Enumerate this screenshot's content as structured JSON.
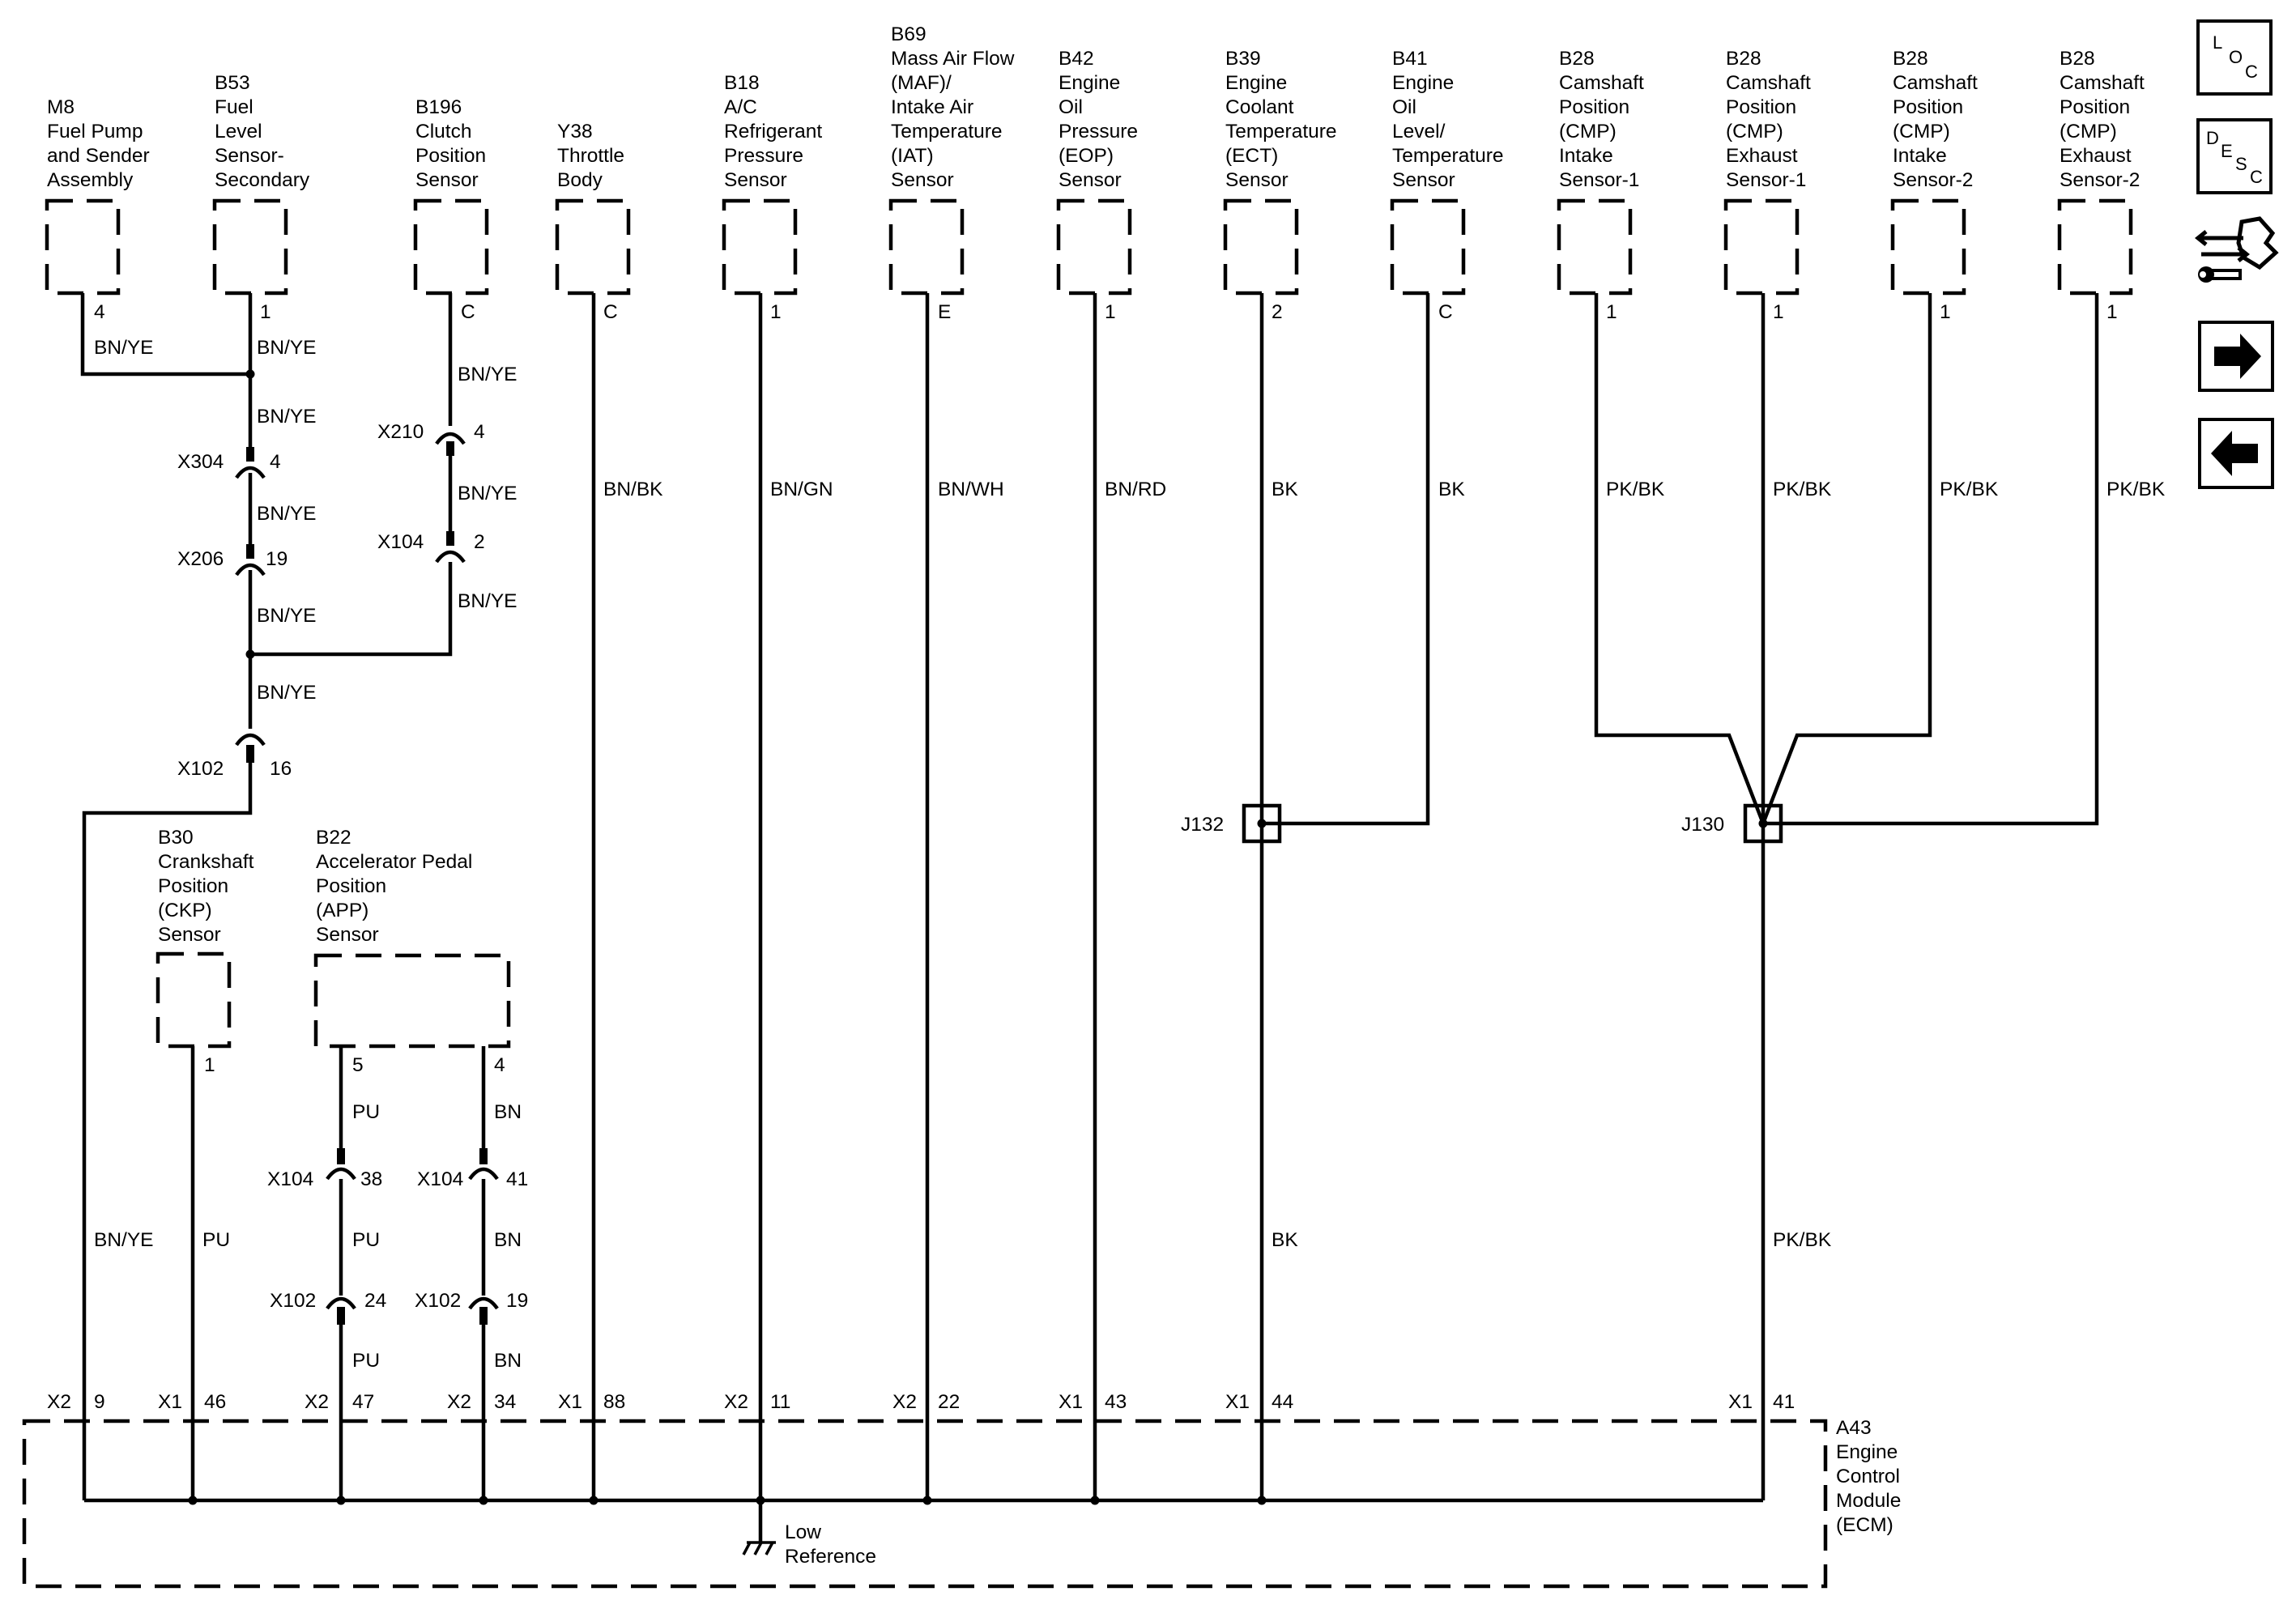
{
  "components": {
    "m8": [
      "M8",
      "Fuel Pump",
      "and Sender",
      "Assembly"
    ],
    "b53": [
      "B53",
      "Fuel",
      "Level",
      "Sensor-",
      "Secondary"
    ],
    "b196": [
      "B196",
      "Clutch",
      "Position",
      "Sensor"
    ],
    "y38": [
      "Y38",
      "Throttle",
      "Body"
    ],
    "b18": [
      "B18",
      "A/C",
      "Refrigerant",
      "Pressure",
      "Sensor"
    ],
    "b69": [
      "B69",
      "Mass Air Flow",
      "(MAF)/",
      "Intake Air",
      "Temperature",
      "(IAT)",
      "Sensor"
    ],
    "b42": [
      "B42",
      "Engine",
      "Oil",
      "Pressure",
      "(EOP)",
      "Sensor"
    ],
    "b39": [
      "B39",
      "Engine",
      "Coolant",
      "Temperature",
      "(ECT)",
      "Sensor"
    ],
    "b41": [
      "B41",
      "Engine",
      "Oil",
      "Level/",
      "Temperature",
      "Sensor"
    ],
    "b28_intake_1": [
      "B28",
      "Camshaft",
      "Position",
      "(CMP)",
      "Intake",
      "Sensor-1"
    ],
    "b28_exhaust_1": [
      "B28",
      "Camshaft",
      "Position",
      "(CMP)",
      "Exhaust",
      "Sensor-1"
    ],
    "b28_intake_2": [
      "B28",
      "Camshaft",
      "Position",
      "(CMP)",
      "Intake",
      "Sensor-2"
    ],
    "b28_exhaust_2": [
      "B28",
      "Camshaft",
      "Position",
      "(CMP)",
      "Exhaust",
      "Sensor-2"
    ],
    "b30": [
      "B30",
      "Crankshaft",
      "Position",
      "(CKP)",
      "Sensor"
    ],
    "b22": [
      "B22",
      "Accelerator Pedal",
      "Position",
      "(APP)",
      "Sensor"
    ],
    "a43": [
      "A43",
      "Engine",
      "Control",
      "Module",
      "(ECM)"
    ]
  },
  "pins": {
    "m8": "4",
    "b53": "1",
    "b196": "C",
    "y38": "C",
    "b18": "1",
    "b69": "E",
    "b42": "1",
    "b39": "2",
    "b41": "C",
    "b28_intake_1": "1",
    "b28_exhaust_1": "1",
    "b28_intake_2": "1",
    "b28_exhaust_2": "1",
    "b30": "1",
    "b22_pu": "5",
    "b22_bn": "4"
  },
  "wire_colors": {
    "m8": "BN/YE",
    "b53_top": "BN/YE",
    "b53_x304_above": "BN/YE",
    "b53_x304_below": "BN/YE",
    "b53_x206_below": "BN/YE",
    "b53_junction_below": "BN/YE",
    "b196_top": "BN/YE",
    "b196_mid": "BN/YE",
    "b196_bottom": "BN/YE",
    "y38": "BN/BK",
    "b18": "BN/GN",
    "b69": "BN/WH",
    "b42": "BN/RD",
    "b39": "BK",
    "b41": "BK",
    "b28_intake_1": "PK/BK",
    "b28_exhaust_1": "PK/BK",
    "b28_intake_2": "PK/BK",
    "b28_exhaust_2": "PK/BK",
    "ecm_bnye": "BN/YE",
    "ecm_pu": "PU",
    "ecm_bk": "BK",
    "ecm_pkbk": "PK/BK",
    "b22_pu_top": "PU",
    "b22_pu_mid": "PU",
    "b22_pu_bottom": "PU",
    "b22_bn_top": "BN",
    "b22_bn_mid": "BN",
    "b22_bn_bottom": "BN"
  },
  "inline_connectors": {
    "x304": {
      "name": "X304",
      "pin": "4"
    },
    "x206": {
      "name": "X206",
      "pin": "19"
    },
    "x210": {
      "name": "X210",
      "pin": "4"
    },
    "x104_b196": {
      "name": "X104",
      "pin": "2"
    },
    "x102_fuel": {
      "name": "X102",
      "pin": "16"
    },
    "x104_pu": {
      "name": "X104",
      "pin": "38"
    },
    "x104_bn": {
      "name": "X104",
      "pin": "41"
    },
    "x102_pu": {
      "name": "X102",
      "pin": "24"
    },
    "x102_bn": {
      "name": "X102",
      "pin": "19"
    }
  },
  "splices": {
    "j132": "J132",
    "j130": "J130"
  },
  "ecm_pins": [
    {
      "conn": "X2",
      "pin": "9"
    },
    {
      "conn": "X1",
      "pin": "46"
    },
    {
      "conn": "X2",
      "pin": "47"
    },
    {
      "conn": "X2",
      "pin": "34"
    },
    {
      "conn": "X1",
      "pin": "88"
    },
    {
      "conn": "X2",
      "pin": "11"
    },
    {
      "conn": "X2",
      "pin": "22"
    },
    {
      "conn": "X1",
      "pin": "43"
    },
    {
      "conn": "X1",
      "pin": "44"
    },
    {
      "conn": "X1",
      "pin": "41"
    }
  ],
  "ground": [
    "Low",
    "Reference"
  ],
  "nav": {
    "loc": [
      "L",
      "O",
      "C"
    ],
    "desc": [
      "D",
      "E",
      "S",
      "C"
    ],
    "connector_icon": "connector-end-view-icon",
    "next_icon": "arrow-right-icon",
    "prev_icon": "arrow-left-icon"
  }
}
